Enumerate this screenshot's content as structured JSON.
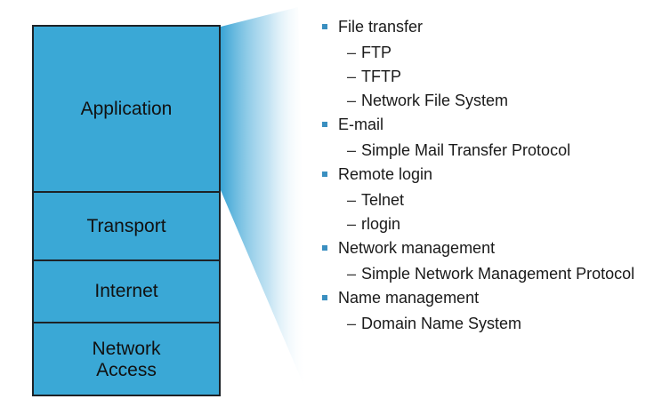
{
  "layers": {
    "application": "Application",
    "transport": "Transport",
    "internet": "Internet",
    "network_access": "Network\nAccess"
  },
  "colors": {
    "layer_fill": "#3aa8d6",
    "layer_border": "#1d2226",
    "fan_gradient_start": "#2f9fd2",
    "fan_gradient_end": "#ffffff",
    "bullet": "#3a8fc0"
  },
  "protocols": [
    {
      "category": "File transfer",
      "items": [
        "FTP",
        "TFTP",
        "Network File System"
      ]
    },
    {
      "category": "E-mail",
      "items": [
        "Simple Mail Transfer Protocol"
      ]
    },
    {
      "category": "Remote login",
      "items": [
        "Telnet",
        "rlogin"
      ]
    },
    {
      "category": "Network management",
      "items": [
        "Simple Network Management Protocol"
      ]
    },
    {
      "category": "Name management",
      "items": [
        "Domain Name System"
      ]
    }
  ],
  "dash": "–"
}
